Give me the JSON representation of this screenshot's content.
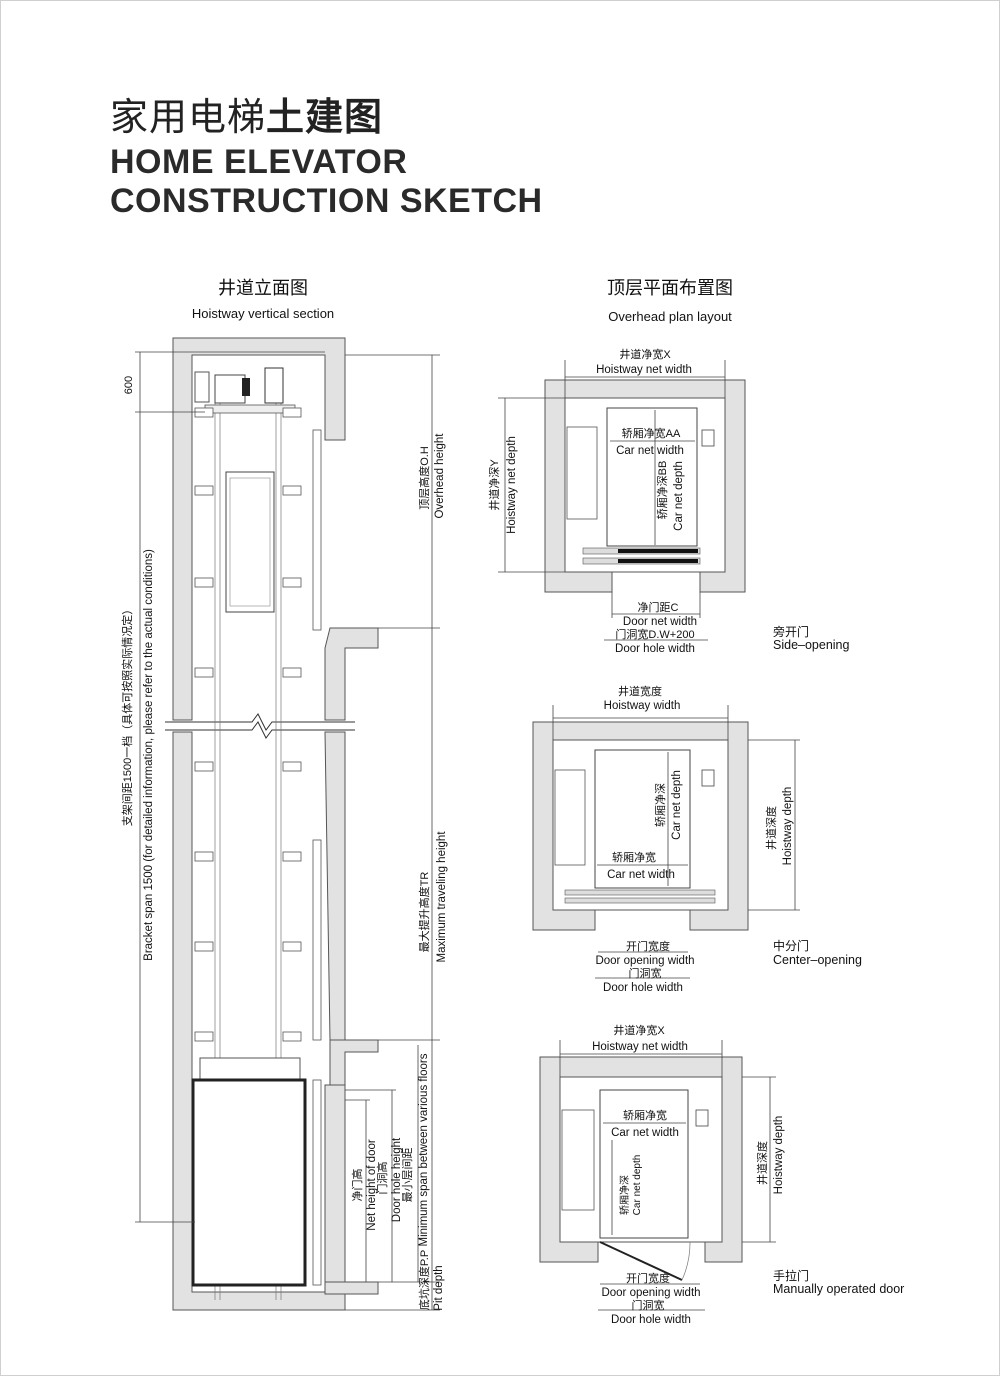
{
  "title": {
    "cn_regular": "家用电梯",
    "cn_bold": "土建图",
    "en_line1": "HOME ELEVATOR",
    "en_line2": "CONSTRUCTION SKETCH"
  },
  "vertical_section": {
    "heading_cn": "井道立面图",
    "heading_en": "Hoistway vertical section",
    "dim_600": "600",
    "bracket_cn": "支架间距1500一档（具体可按照实际情况定）",
    "bracket_en": "Bracket span 1500 (for detailed information, please refer to the actual conditions)",
    "overhead_cn": "顶层高度O.H",
    "overhead_en": "Overhead height",
    "travel_cn": "最大提升高度TR",
    "travel_en": "Maximum traveling height",
    "net_door_cn": "净门高",
    "net_door_en": "Net height of door",
    "door_hole_cn": "门洞高",
    "door_hole_en": "Door hole height",
    "min_span_cn": "最小层间距",
    "min_span_en": "Minimum span between various floors",
    "pit_cn": "底坑深度P.P",
    "pit_en": "Pit depth"
  },
  "overhead_plan": {
    "heading_cn": "顶层平面布置图",
    "heading_en": "Overhead plan layout",
    "side": {
      "width_cn": "井道净宽X",
      "width_en": "Hoistway net width",
      "car_w_cn": "轿厢净宽AA",
      "car_w_en": "Car net width",
      "car_d_cn": "轿厢净深BB",
      "car_d_en": "Car net depth",
      "depth_cn": "井道净深Y",
      "depth_en": "Hoistway net depth",
      "door_net_cn": "净门距C",
      "door_net_en": "Door net width",
      "door_hole_cn": "门洞宽D.W+200",
      "door_hole_en": "Door hole width",
      "type_cn": "旁开门",
      "type_en": "Side–opening"
    },
    "center": {
      "width_cn": "井道宽度",
      "width_en": "Hoistway width",
      "car_w_cn": "轿厢净宽",
      "car_w_en": "Car net width",
      "car_d_cn": "轿厢净深",
      "car_d_en": "Car net depth",
      "depth_cn": "井道深度",
      "depth_en": "Hoistway depth",
      "door_open_cn": "开门宽度",
      "door_open_en": "Door opening width",
      "door_hole_cn": "门洞宽",
      "door_hole_en": "Door hole width",
      "type_cn": "中分门",
      "type_en": "Center–opening"
    },
    "manual": {
      "width_cn": "井道净宽X",
      "width_en": "Hoistway net width",
      "car_w_cn": "轿厢净宽",
      "car_w_en": "Car net width",
      "car_d_cn": "轿厢净深",
      "car_d_en": "Car net depth",
      "depth_cn": "井道深度",
      "depth_en": "Hoistway depth",
      "door_open_cn": "开门宽度",
      "door_open_en": "Door opening width",
      "door_hole_cn": "门洞宽",
      "door_hole_en": "Door hole width",
      "type_cn": "手拉门",
      "type_en": "Manually operated door"
    }
  }
}
